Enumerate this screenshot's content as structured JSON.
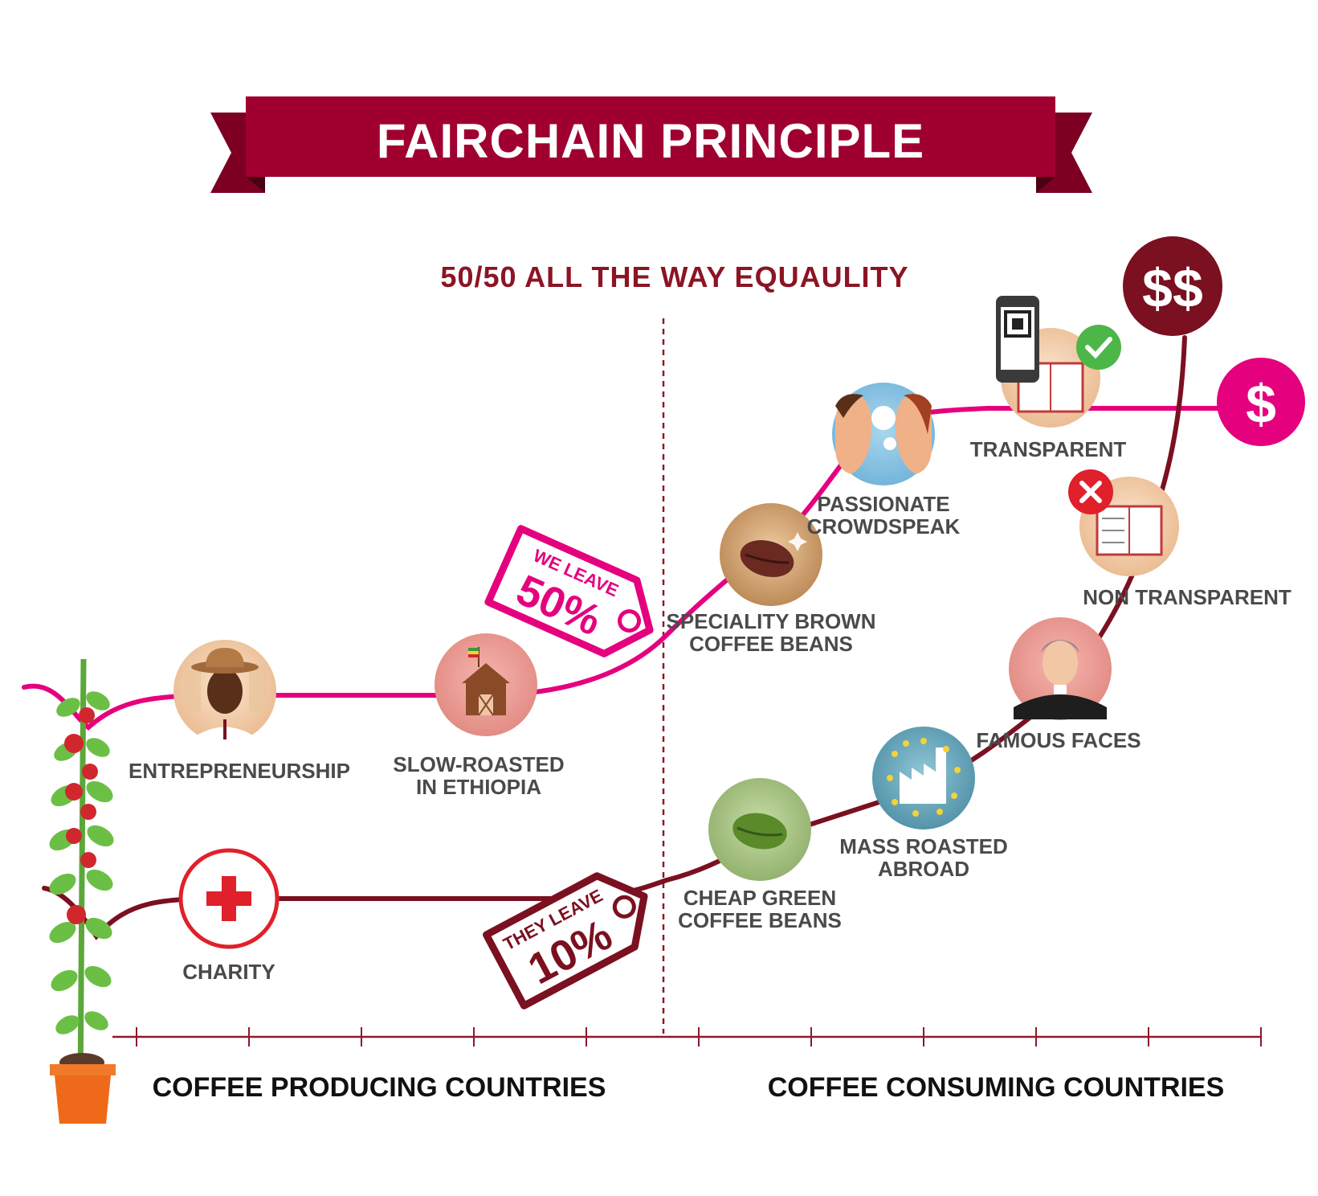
{
  "title": "FAIRCHAIN PRINCIPLE",
  "subtitle": "50/50 ALL THE WAY EQUAULITY",
  "tags": {
    "we_leave": {
      "top": "WE LEAVE",
      "big": "50%"
    },
    "they_leave": {
      "top": "THEY LEAVE",
      "big": "10%"
    }
  },
  "nodes": {
    "entrepreneurship": "ENTREPRENEURSHIP",
    "slow_roasted_1": "SLOW-ROASTED",
    "slow_roasted_2": "IN ETHIOPIA",
    "speciality_1": "SPECIALITY BROWN",
    "speciality_2": "COFFEE BEANS",
    "crowdspeak_1": "PASSIONATE",
    "crowdspeak_2": "CROWDSPEAK",
    "transparent": "TRANSPARENT",
    "non_transparent": "NON TRANSPARENT",
    "famous_faces": "FAMOUS FACES",
    "mass_roasted_1": "MASS ROASTED",
    "mass_roasted_2": "ABROAD",
    "cheap_green_1": "CHEAP GREEN",
    "cheap_green_2": "COFFEE BEANS",
    "charity": "CHARITY"
  },
  "endpoints": {
    "single": "$",
    "double": "$$"
  },
  "axis": {
    "left_label": "COFFEE PRODUCING COUNTRIES",
    "right_label": "COFFEE CONSUMING COUNTRIES"
  },
  "colors": {
    "banner": "#a00030",
    "banner_dark": "#6e0020",
    "fairchain_line": "#e5007e",
    "traditional_line": "#7a1020",
    "axis": "#8b1a2a",
    "label_gray": "#4a4a4a"
  }
}
